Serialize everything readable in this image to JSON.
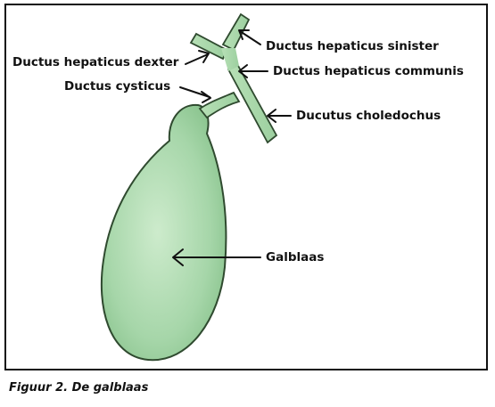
{
  "labels": {
    "hepaticus_sinister": "Ductus hepaticus sinister",
    "hepaticus_dexter": "Ductus hepaticus dexter",
    "hepaticus_communis": "Ductus hepaticus communis",
    "cysticus": "Ductus cysticus",
    "choledochus": "Ducutus choledochus",
    "galblaas": "Galblaas"
  },
  "caption": "Figuur 2. De galblaas",
  "colors": {
    "fill": "#a9d8ad",
    "fill_light": "#c9e9c8",
    "outline": "#2f4a2f",
    "text": "#111111"
  }
}
